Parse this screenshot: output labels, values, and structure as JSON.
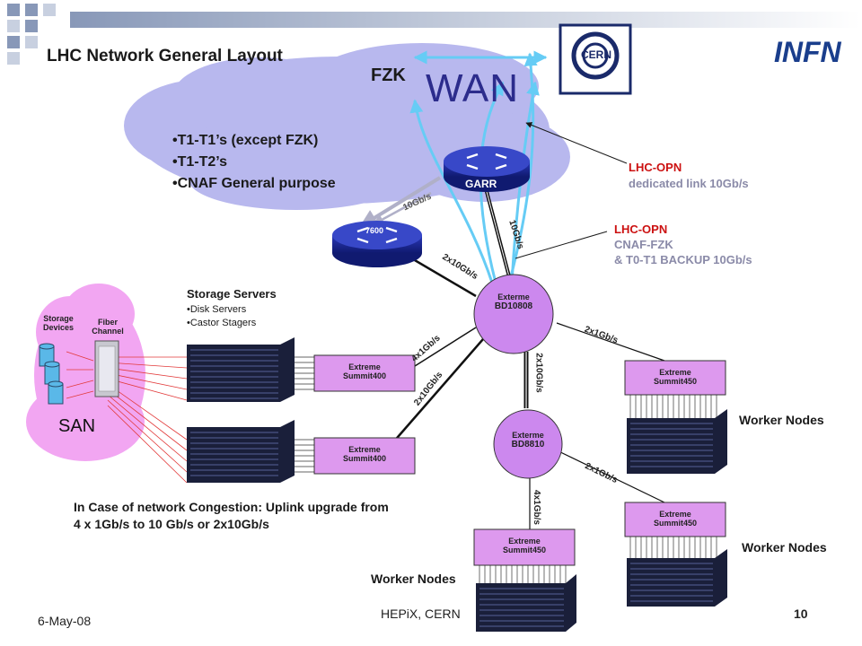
{
  "slide": {
    "title": "LHC Network General Layout",
    "footer_date": "6-May-08",
    "footer_event": "HEPiX, CERN",
    "page_number": "10"
  },
  "wan": {
    "label": "WAN",
    "fzk_label": "FZK",
    "bullets": [
      "•T1-T1’s (except FZK)",
      "•T1-T2’s",
      "•CNAF General purpose"
    ]
  },
  "logos": {
    "cern": "CERN",
    "infn": "INFN"
  },
  "routers": {
    "garr": "GARR",
    "r7600": "7600",
    "bd10808": [
      "Exterme",
      "BD10808"
    ],
    "bd8810": [
      "Exterme",
      "BD8810"
    ]
  },
  "annotations": {
    "opn_dedicated": [
      "LHC-OPN",
      "dedicated link 10Gb/s"
    ],
    "opn_backup": [
      "LHC-OPN",
      "CNAF-FZK",
      "& T0-T1 BACKUP 10Gb/s"
    ]
  },
  "links": {
    "l_10gbs_7600": "10Gb/s",
    "l_10gbs_garr": "10Gb/s",
    "l_2x10_7600": "2x10Gb/s",
    "l_4x1": "4x1Gb/s",
    "l_2x10_storage": "2x10Gb/s",
    "l_2x10_core": "2x10Gb/s",
    "l_2x1_top": "2x1Gb/s",
    "l_2x1_bottom": "2x1Gb/s",
    "l_4x1_bottom": "4x1Gb/s"
  },
  "storage": {
    "title": "Storage Servers",
    "items": [
      "•Disk Servers",
      "•Castor Stagers"
    ],
    "storage_devices": [
      "Storage",
      "Devices"
    ],
    "fiber_channel": [
      "Fiber",
      "Channel"
    ],
    "san": "SAN"
  },
  "switches": {
    "s400a": [
      "Extreme",
      "Summit400"
    ],
    "s400b": [
      "Extreme",
      "Summit400"
    ],
    "s450_right_top": [
      "Extreme",
      "Summit450"
    ],
    "s450_right_bottom": [
      "Extreme",
      "Summit450"
    ],
    "s450_bottom": [
      "Extreme",
      "Summit450"
    ]
  },
  "worker_nodes": [
    "Worker Nodes",
    "Worker Nodes",
    "Worker Nodes"
  ],
  "congestion_note": "In Case of network Congestion: Uplink upgrade from 4 x 1Gb/s to 10 Gb/s or 2x10Gb/s",
  "colors": {
    "cloud": "#b8b8ee",
    "san": "#f2a6f2",
    "router_node": "#cc88ee",
    "switch": "#dd99ee",
    "link_blue": "#66ccf5",
    "accent_red": "#cc1111",
    "slate": "#8898b8"
  }
}
